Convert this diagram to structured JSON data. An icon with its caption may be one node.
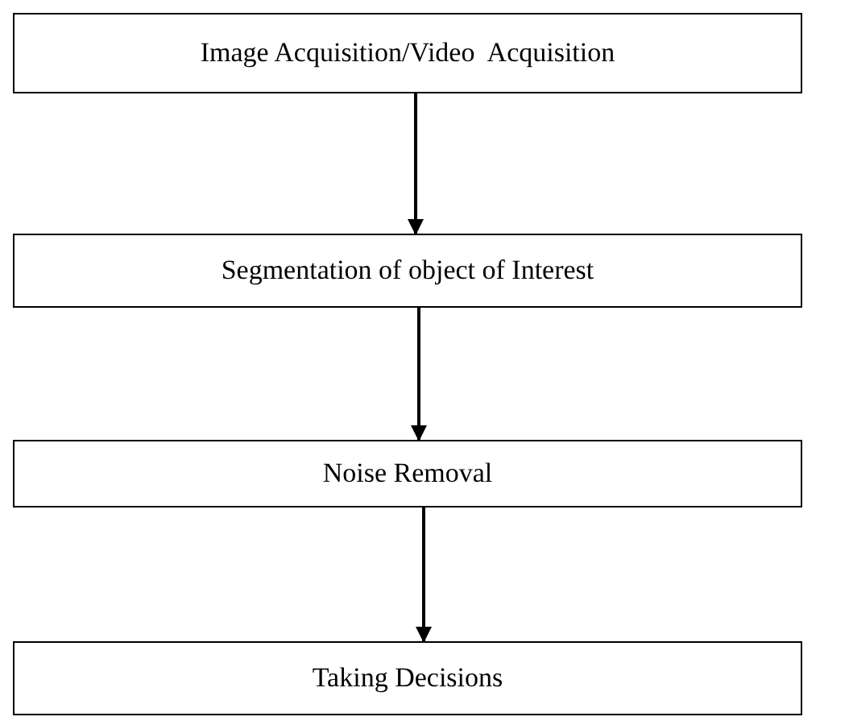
{
  "diagram": {
    "nodes": [
      {
        "text": [
          "Image Acquisition/Video  Acquisition"
        ]
      },
      {
        "text": [
          "Segmentation of object of Interest"
        ]
      },
      {
        "text": [
          "Noise Removal"
        ]
      },
      {
        "text": [
          "Taking Decisions"
        ]
      }
    ],
    "edges": [
      {
        "from": 0,
        "to": 1,
        "arrow": "to"
      },
      {
        "from": 1,
        "to": 2,
        "arrow": "to"
      },
      {
        "from": 2,
        "to": 3,
        "arrow": "to"
      }
    ]
  }
}
